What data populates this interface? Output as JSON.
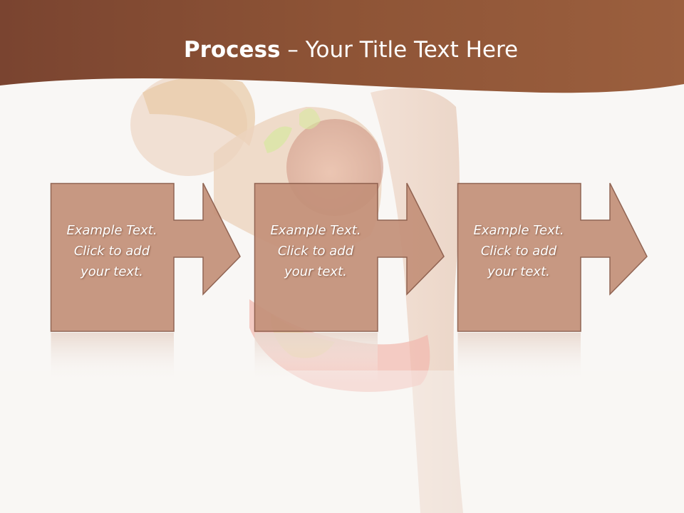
{
  "title": {
    "bold": "Process",
    "rest": " – Your Title Text Here"
  },
  "steps": [
    {
      "line1": "Example Text.",
      "line2": "Click  to add",
      "line3": "your text."
    },
    {
      "line1": "Example Text.",
      "line2": "Click  to add",
      "line3": "your text."
    },
    {
      "line1": "Example Text.",
      "line2": "Click  to add",
      "line3": "your text."
    }
  ],
  "colors": {
    "header": "#8a5236",
    "box_fill": "#c4917a",
    "box_stroke": "#8a5a48",
    "background": "#f9f7f5"
  }
}
